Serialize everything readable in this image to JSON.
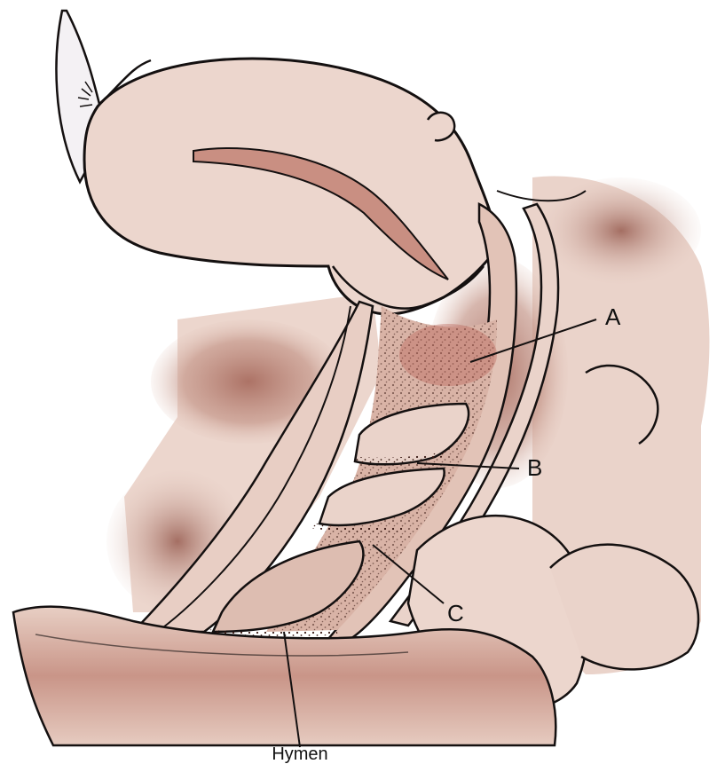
{
  "labels": {
    "a": "A",
    "b": "B",
    "c": "C",
    "hymen": "Hymen"
  },
  "colors": {
    "background": "#ffffff",
    "tissue_light": "#ecd6cd",
    "tissue_mid": "#d9b3a6",
    "tissue_shade": "#b57f72",
    "tissue_deep": "#9c6357",
    "outline": "#141010",
    "stipple": "#3a1a14"
  }
}
